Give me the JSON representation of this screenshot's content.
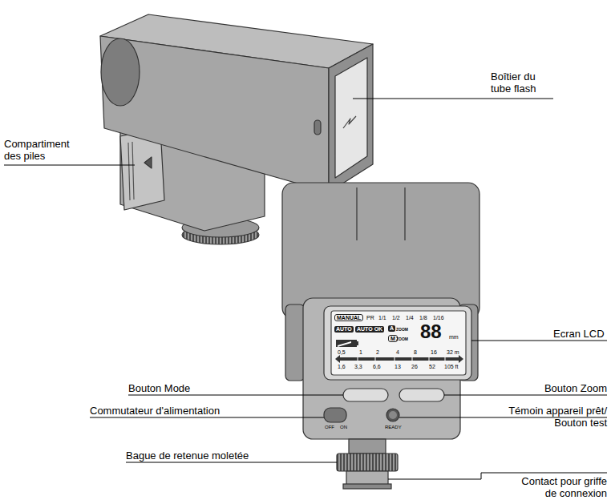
{
  "diagram": {
    "labels": [
      "Boîtier du tube flash",
      "Compartiment des piles",
      "Ecran LCD",
      "Bouton Mode",
      "Bouton Zoom",
      "Commutateur d'alimentation",
      "Témoin appareil prêt/ Bouton test",
      "Bague de retenue moletée",
      "Contact pour griffe de connexion",
      "MANUAL",
      "PR",
      "1/1",
      "1/2",
      "1/4",
      "1/8",
      "1/16",
      "AUTO",
      "AUTO OK",
      "A",
      "ZOOM",
      "M",
      "ZOOM",
      "88",
      "mm",
      "0,5",
      "1",
      "2",
      "4",
      "8",
      "16",
      "32 m",
      "1,6",
      "3,3",
      "6,6",
      "13",
      "26",
      "52",
      "105 ft",
      "OFF",
      "ON",
      "READY"
    ]
  }
}
